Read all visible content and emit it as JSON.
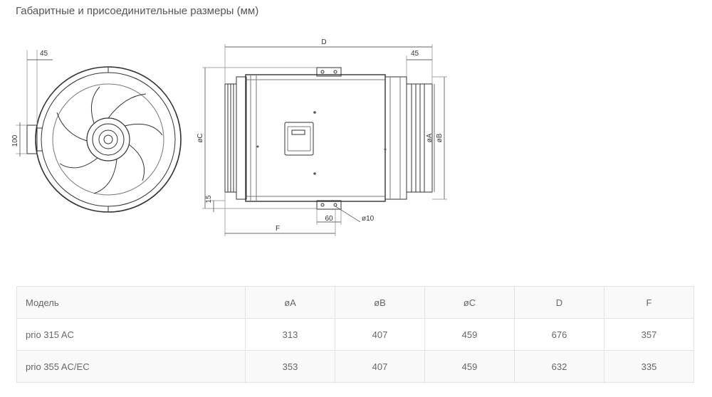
{
  "title": "Габаритные и присоединительные размеры (мм)",
  "drawing": {
    "labels": {
      "front_45": "45",
      "front_100": "100",
      "D": "D",
      "side_45": "45",
      "C": "øC",
      "A": "øA",
      "B": "øB",
      "h15": "15",
      "w60": "60",
      "hole": "ø10",
      "F": "F"
    }
  },
  "table": {
    "headers": [
      "Модель",
      "øA",
      "øB",
      "øC",
      "D",
      "F"
    ],
    "rows": [
      [
        "prio 315 AC",
        "313",
        "407",
        "459",
        "676",
        "357"
      ],
      [
        "prio 355 AC/EC",
        "353",
        "407",
        "459",
        "632",
        "335"
      ]
    ]
  }
}
